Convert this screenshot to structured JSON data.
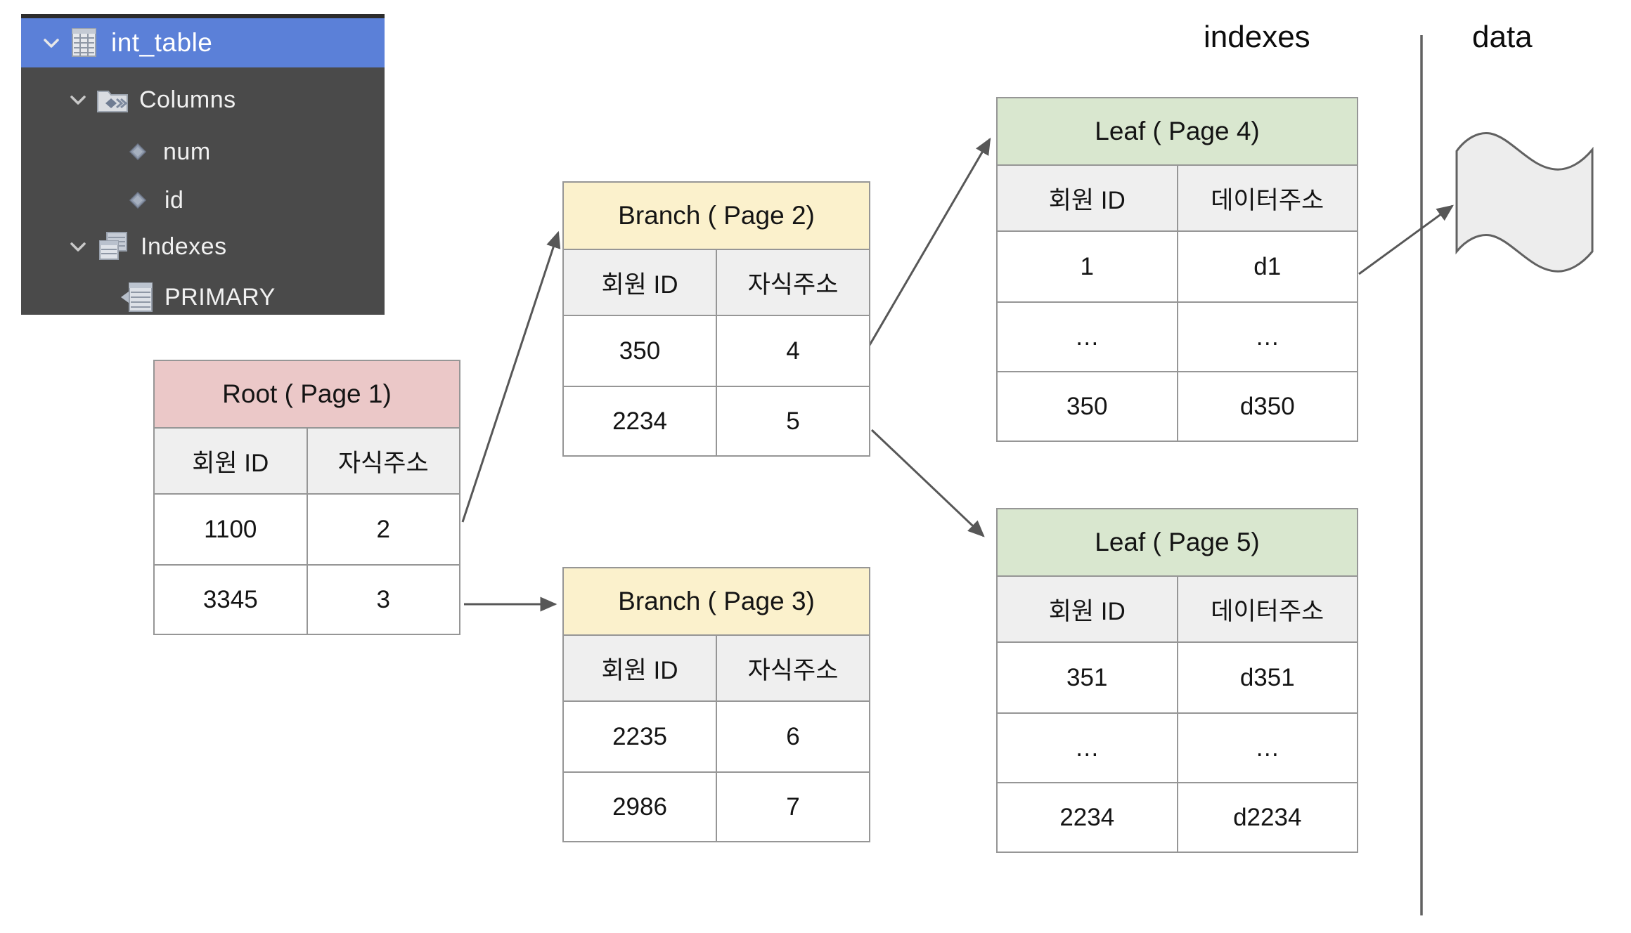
{
  "explorer": {
    "items": [
      {
        "label": "int_table"
      },
      {
        "label": "Columns"
      },
      {
        "label": "num"
      },
      {
        "label": "id"
      },
      {
        "label": "Indexes"
      },
      {
        "label": "PRIMARY"
      }
    ],
    "selection_color": "#5b80d8",
    "background_color": "#4a4a4a"
  },
  "section_labels": {
    "indexes": "indexes",
    "data": "data"
  },
  "tables": {
    "root": {
      "title": "Root ( Page 1)",
      "header_color": "#ebc8c8",
      "headers": [
        "회원 ID",
        "자식주소"
      ],
      "rows": [
        [
          "1100",
          "2"
        ],
        [
          "3345",
          "3"
        ]
      ]
    },
    "branch2": {
      "title": "Branch ( Page 2)",
      "header_color": "#fbf1cc",
      "headers": [
        "회원 ID",
        "자식주소"
      ],
      "rows": [
        [
          "350",
          "4"
        ],
        [
          "2234",
          "5"
        ]
      ]
    },
    "branch3": {
      "title": "Branch ( Page 3)",
      "header_color": "#fbf1cc",
      "headers": [
        "회원 ID",
        "자식주소"
      ],
      "rows": [
        [
          "2235",
          "6"
        ],
        [
          "2986",
          "7"
        ]
      ]
    },
    "leaf4": {
      "title": "Leaf ( Page 4)",
      "header_color": "#d9e7cf",
      "headers": [
        "회원 ID",
        "데이터주소"
      ],
      "rows": [
        [
          "1",
          "d1"
        ],
        [
          "…",
          "…"
        ],
        [
          "350",
          "d350"
        ]
      ]
    },
    "leaf5": {
      "title": "Leaf ( Page 5)",
      "header_color": "#d9e7cf",
      "headers": [
        "회원 ID",
        "데이터주소"
      ],
      "rows": [
        [
          "351",
          "d351"
        ],
        [
          "…",
          "…"
        ],
        [
          "2234",
          "d2234"
        ]
      ]
    }
  },
  "colors": {
    "table_border": "#969696",
    "column_header_bg": "#efefef",
    "arrow": "#575757",
    "divider_line": "#616161",
    "data_shape_fill": "#ededed"
  }
}
